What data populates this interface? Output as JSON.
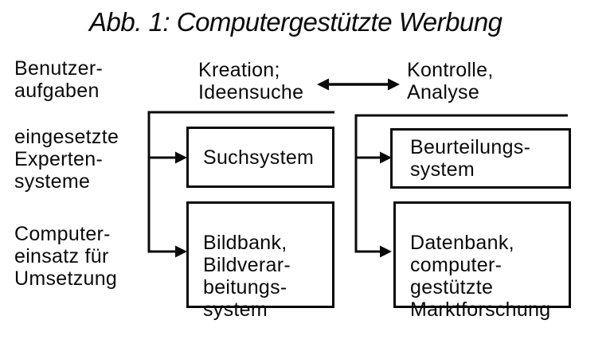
{
  "title": "Abb. 1: Computergestützte Werbung",
  "row_labels": {
    "benutzeraufgaben": "Benutzer-\naufgaben",
    "expertensysteme": "eingesetzte\nExperten-\nsysteme",
    "computereinsatz": "Computer-\neinsatz für\nUmsetzung"
  },
  "phases": {
    "kreation": "Kreation;\nIdeensuche",
    "kontrolle": "Kontrolle,\nAnalyse"
  },
  "boxes": {
    "suchsystem": "Suchsystem",
    "bildbank": "Bildbank,\nBildverar-\nbeitungs-\nsystem",
    "beurteilungssystem": "Beurteilungs-\nsystem",
    "datenbank": "Datenbank,\ncomputer-\ngestützte\nMarktforschung"
  },
  "icons": {
    "phase_link": "double-headed-horizontal-arrow",
    "connectors": "right-pointing-arrow-brackets"
  },
  "colors": {
    "ink": "#0a0a0a",
    "paper": "#ffffff"
  }
}
